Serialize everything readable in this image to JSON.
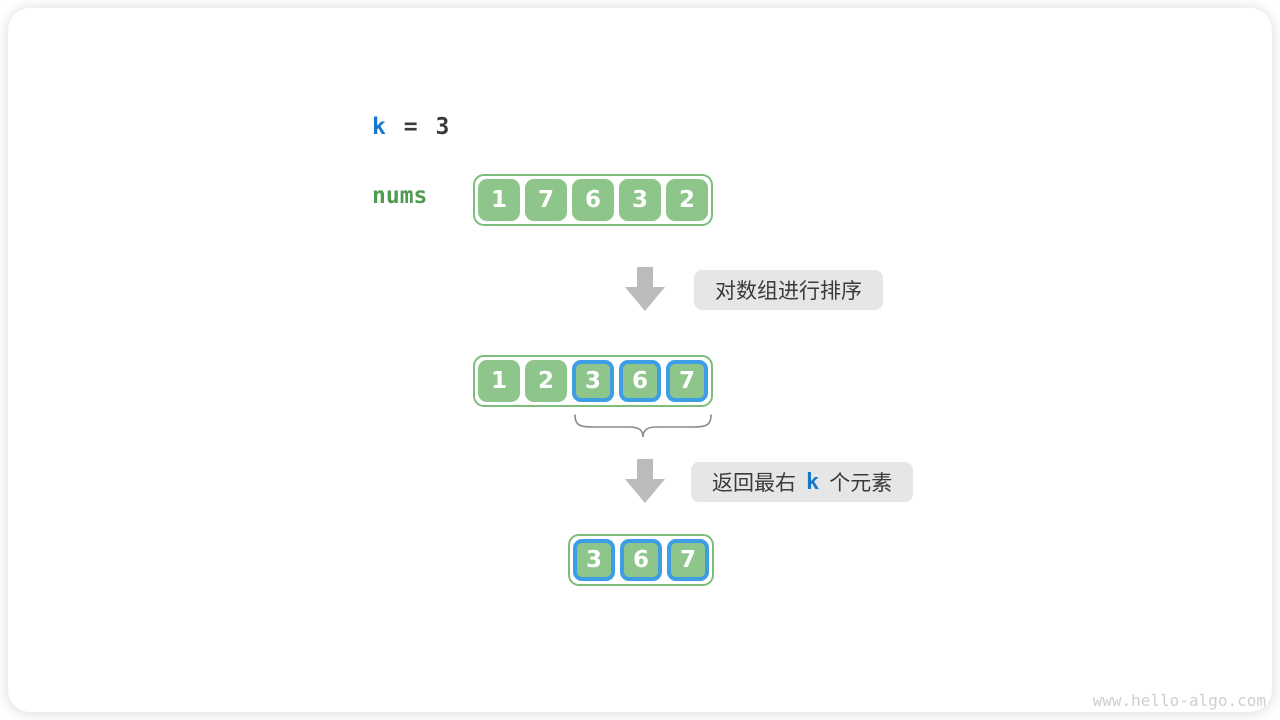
{
  "page": {
    "watermark": "www.hello-algo.com"
  },
  "colors": {
    "green_fill": "#8DC58A",
    "green_border": "#7EBC7B",
    "green_text": "#4F9B4F",
    "blue_border": "#3D9EE5",
    "blue_text": "#1778C9",
    "arrow_gray": "#BBBBBB",
    "label_bg": "#E6E6E6",
    "label_text": "#3B3B3B",
    "brace_gray": "#8C8C8C",
    "watermark_gray": "#CFCFCF",
    "dark_text": "#3A3A3A"
  },
  "assignment": {
    "variable": "k",
    "operator": "=",
    "value": "3"
  },
  "arrays": {
    "original": {
      "name": "nums",
      "values": [
        "1",
        "7",
        "6",
        "3",
        "2"
      ],
      "highlighted": []
    },
    "sorted": {
      "values": [
        "1",
        "2",
        "3",
        "6",
        "7"
      ],
      "highlighted": [
        2,
        3,
        4
      ]
    },
    "result": {
      "values": [
        "3",
        "6",
        "7"
      ],
      "highlighted": [
        0,
        1,
        2
      ]
    }
  },
  "steps": [
    {
      "text": "对数组进行排序"
    },
    {
      "prefix": "返回最右",
      "accent": "k",
      "suffix": "个元素"
    }
  ]
}
